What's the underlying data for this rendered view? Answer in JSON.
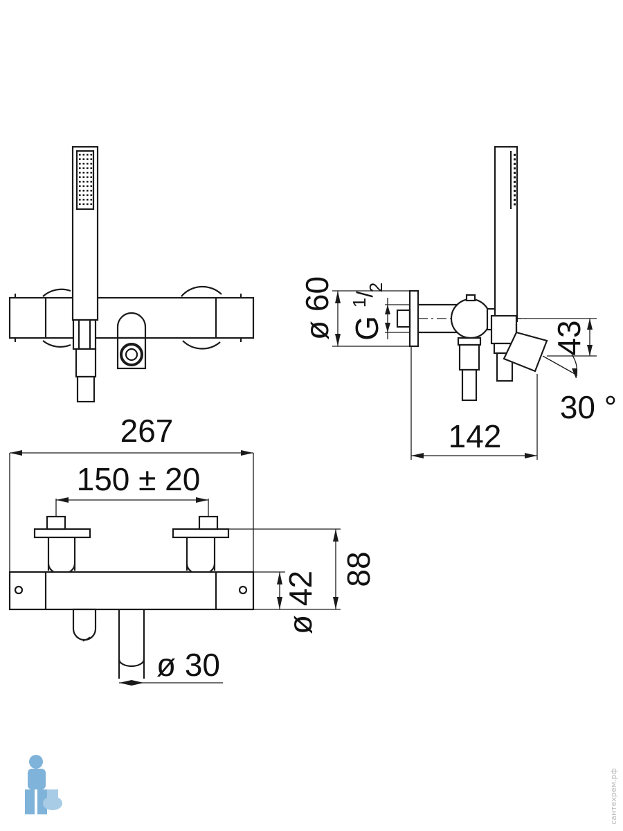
{
  "dimensions": {
    "width_total": "267",
    "centers": "150 ± 20",
    "height_total": "88",
    "diameter_body": "ø 42",
    "diameter_spout": "ø 30",
    "diameter_rosette": "ø 60",
    "thread": "G",
    "thread_num": "1",
    "thread_den": "2",
    "thread_slash": "/",
    "projection": "142",
    "spout_height": "43",
    "angle": "30 °"
  },
  "watermark": {
    "site": "сантехрем.рф"
  },
  "colors": {
    "line": "#1a1a1a",
    "background": "#ffffff",
    "logo": "#7fb3d9",
    "watermark": "#b9b9b9"
  }
}
